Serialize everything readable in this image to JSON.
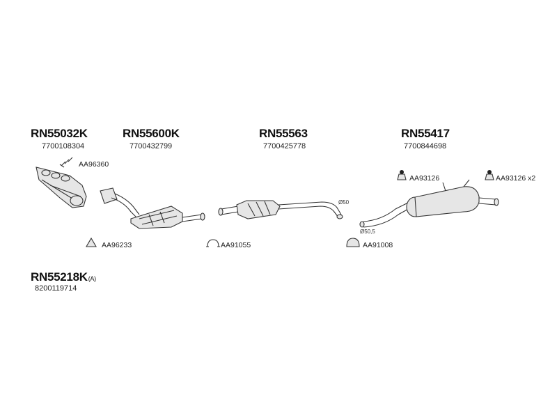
{
  "assemblies": [
    {
      "part_number": "RN55032K",
      "oe_number": "7700108304"
    },
    {
      "part_number": "RN55600K",
      "oe_number": "7700432799"
    },
    {
      "part_number": "RN55563",
      "oe_number": "7700425778"
    },
    {
      "part_number": "RN55417",
      "oe_number": "7700844698"
    },
    {
      "part_number": "RN55218K",
      "suffix": "(A)",
      "oe_number": "8200119714"
    }
  ],
  "components": [
    {
      "code": "AA96360",
      "icon": "bolt-kit-icon"
    },
    {
      "code": "AA96233",
      "icon": "gasket-icon"
    },
    {
      "code": "AA91055",
      "icon": "clamp-icon"
    },
    {
      "code": "AA91008",
      "icon": "clamp-icon"
    },
    {
      "code": "AA93126",
      "icon": "rubber-mount-icon"
    },
    {
      "code": "AA93126",
      "quantity": "x2",
      "icon": "rubber-mount-icon"
    }
  ],
  "dimensions": {
    "pipe_diameter_1": "Ø50",
    "pipe_diameter_2": "Ø50,5"
  },
  "colors": {
    "part_fill": "#e6e6e6",
    "outline": "#333333",
    "text": "#111111"
  }
}
